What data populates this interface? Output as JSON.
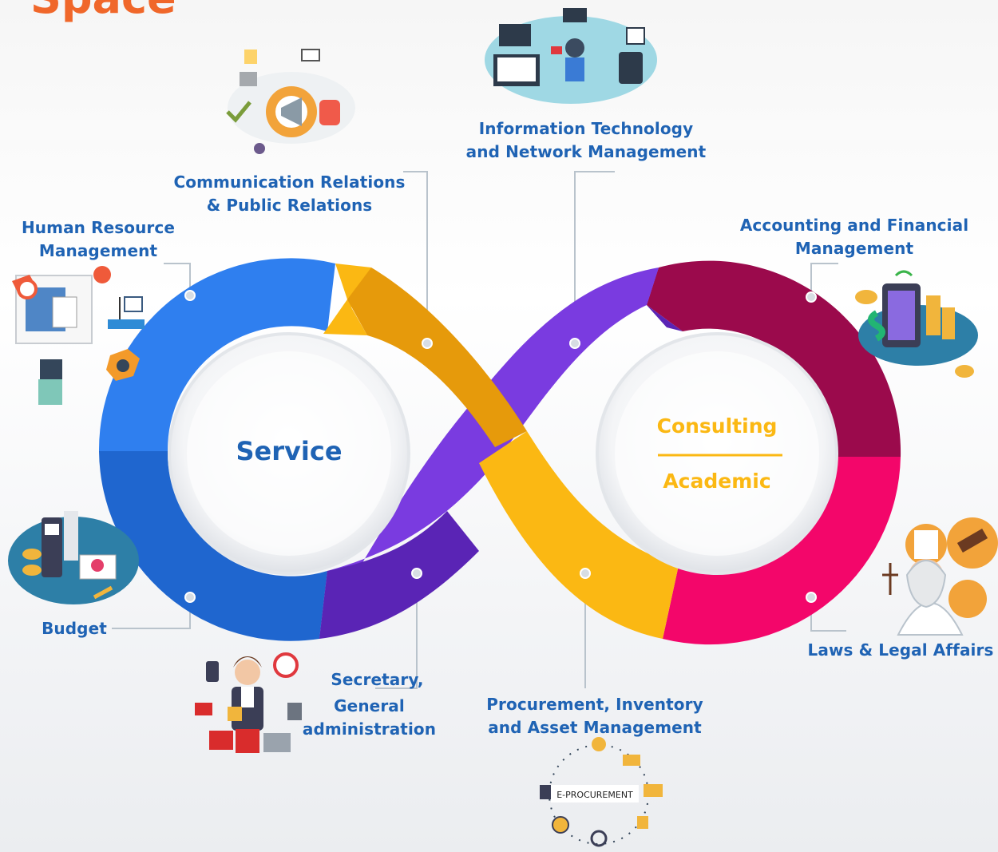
{
  "title": "Space",
  "center_left": "Service",
  "center_right_top": "Consulting",
  "center_right_bottom": "Academic",
  "colors": {
    "blue": "#2f7fef",
    "blue_dark": "#1f66cf",
    "orange": "#e69a0b",
    "yellow": "#fbb813",
    "purple": "#7a3be0",
    "purple_dark": "#5a24b5",
    "maroon": "#9b0a4c",
    "pink": "#f3066a",
    "label": "#1f63b4",
    "title": "#f0672a"
  },
  "labels": {
    "hr_line1": "Human Resource",
    "hr_line2": "Management",
    "comm_line1": "Communication Relations",
    "comm_line2": "& Public Relations",
    "it_line1": "Information Technology",
    "it_line2": "and Network Management",
    "acct_line1": "Accounting and Financial",
    "acct_line2": "Management",
    "budget": "Budget",
    "sec_line1": "Secretary,",
    "sec_line2": "General",
    "sec_line3": "administration",
    "proc_line1": "Procurement, Inventory",
    "proc_line2": "and Asset Management",
    "law": "Laws & Legal Affairs"
  },
  "icons": {
    "eproc_text": "E-PROCUREMENT"
  }
}
